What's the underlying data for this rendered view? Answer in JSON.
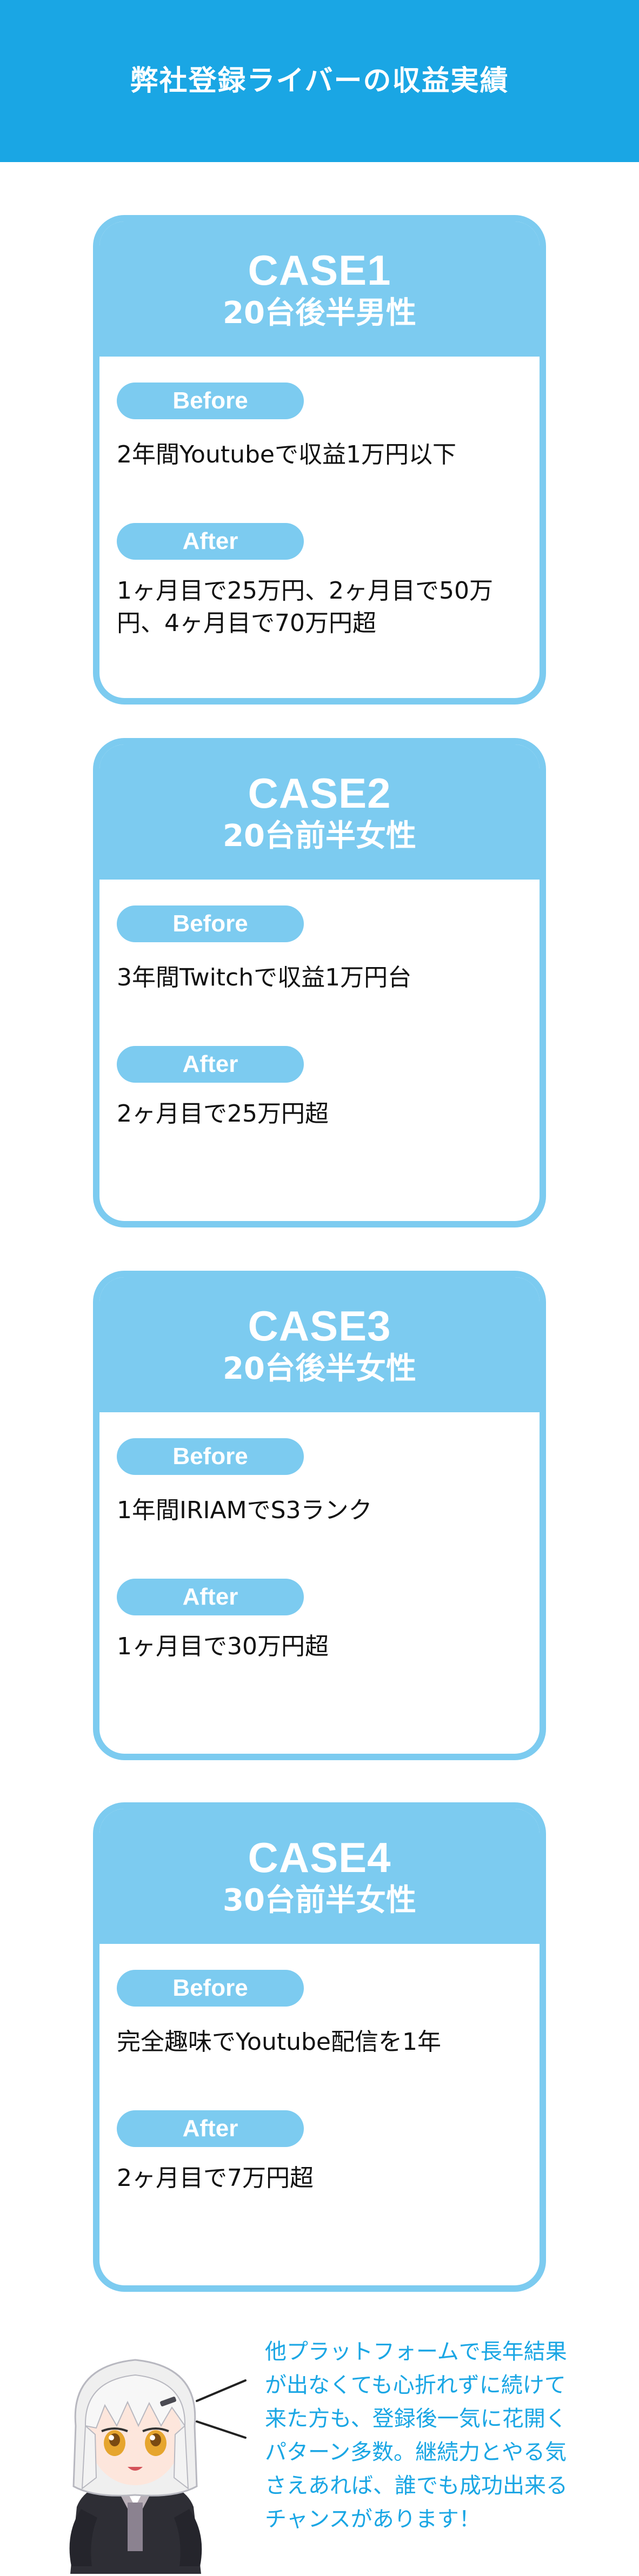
{
  "header": {
    "title": "弊社登録ライバーの収益実績"
  },
  "cases": [
    {
      "title": "CASE1",
      "subtitle": "20台後半男性",
      "before_label": "Before",
      "before_text": "2年間Youtubeで収益1万円以下",
      "after_label": "After",
      "after_text": "1ヶ月目で25万円、2ヶ月目で50万円、4ヶ月目で70万円超"
    },
    {
      "title": "CASE2",
      "subtitle": "20台前半女性",
      "before_label": "Before",
      "before_text": "3年間Twitchで収益1万円台",
      "after_label": "After",
      "after_text": "2ヶ月目で25万円超"
    },
    {
      "title": "CASE3",
      "subtitle": "20台後半女性",
      "before_label": "Before",
      "before_text": "1年間IRIAMでS3ランク",
      "after_label": "After",
      "after_text": "1ヶ月目で30万円超"
    },
    {
      "title": "CASE4",
      "subtitle": "30台前半女性",
      "before_label": "Before",
      "before_text": "完全趣味でYoutube配信を1年",
      "after_label": "After",
      "after_text": "2ヶ月目で7万円超"
    }
  ],
  "message": {
    "lines": [
      "他プラットフォームで長年結果",
      "が出なくても心折れずに続けて",
      "来た方も、登録後一気に花開く",
      "パターン多数。継続力とやる気",
      "さえあれば、誰でも成功出来る",
      "チャンスがあります！"
    ]
  },
  "colors": {
    "header": "#1aa6e4",
    "card": "#7ccbf0",
    "message": "#1aa6e4"
  },
  "icons": {
    "mascot": "mascot-character-illustration"
  }
}
